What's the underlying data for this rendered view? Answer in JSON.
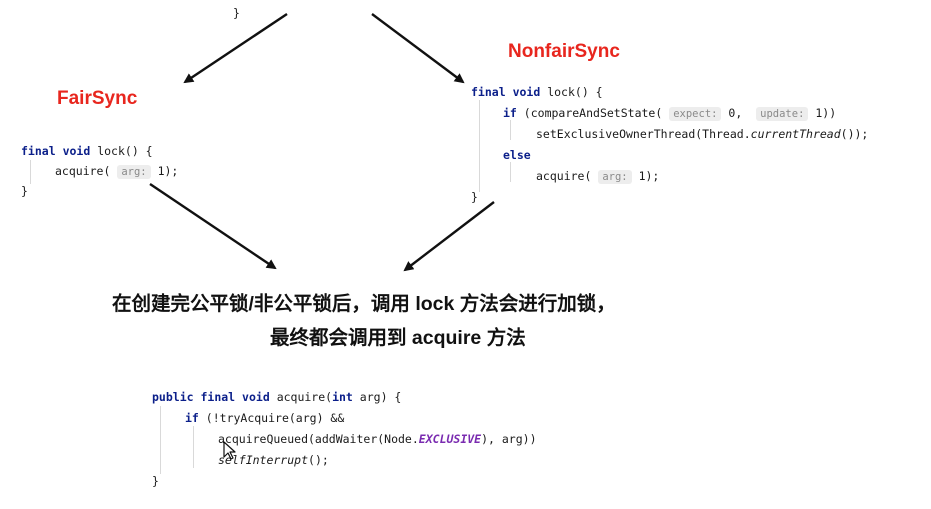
{
  "top_brace": "}",
  "fair": {
    "title": "FairSync",
    "line1_kw1": "final",
    "line1_kw2": "void",
    "line1_rest": "lock() {",
    "line2_call": "acquire(",
    "line2_hint": "arg:",
    "line2_rest": "1);",
    "line3": "}"
  },
  "nonfair": {
    "title": "NonfairSync",
    "line1_kw1": "final",
    "line1_kw2": "void",
    "line1_rest": "lock() {",
    "line2_kw": "if",
    "line2_call": "(compareAndSetState(",
    "line2_hint1": "expect:",
    "line2_mid": "0,",
    "line2_hint2": "update:",
    "line2_rest": "1))",
    "line3_call": "setExclusiveOwnerThread(Thread.",
    "line3_italic": "currentThread",
    "line3_rest": "());",
    "line4_kw": "else",
    "line5_call": "acquire(",
    "line5_hint": "arg:",
    "line5_rest": "1);",
    "line6": "}"
  },
  "caption": {
    "line1": "在创建完公平锁/非公平锁后，调用 lock 方法会进行加锁，",
    "line2": "最终都会调用到 acquire 方法"
  },
  "acquire": {
    "line1_kw1": "public",
    "line1_kw2": "final",
    "line1_kw3": "void",
    "line1_mid": "acquire(",
    "line1_kw4": "int",
    "line1_rest": "arg) {",
    "line2_kw": "if",
    "line2_rest": "(!tryAcquire(arg) &&",
    "line3_a": "acquireQueued(addWaiter(Node.",
    "line3_const": "EXCLUSIVE",
    "line3_b": "), arg))",
    "line4_italic": "selfInterrupt",
    "line4_rest": "();",
    "line5": "}"
  }
}
